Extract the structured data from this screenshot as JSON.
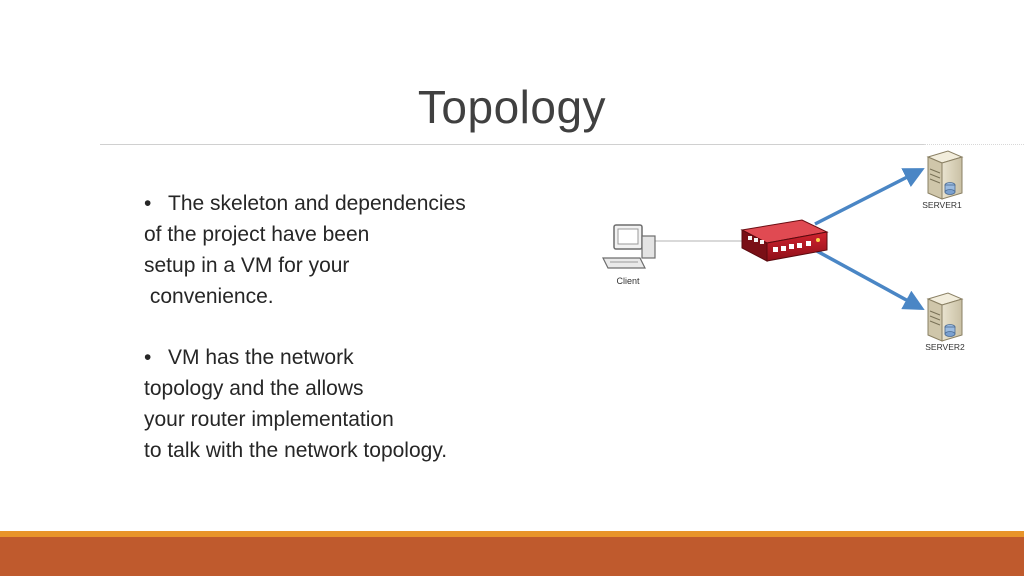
{
  "slide": {
    "title": "Topology",
    "bullets": [
      {
        "lines": [
          "The skeleton and dependencies",
          "of the project have been",
          "setup in a VM for your",
          " convenience."
        ]
      },
      {
        "lines": [
          "VM has the network",
          "topology and the allows",
          "your router implementation",
          "to talk with the network topology."
        ]
      }
    ]
  },
  "diagram": {
    "nodes": {
      "client": "Client",
      "router": "",
      "server1": "SERVER1",
      "server2": "SERVER2"
    },
    "icons": {
      "client": "desktop-computer-icon",
      "router": "router-icon",
      "server1": "server-tower-icon",
      "server2": "server-tower-icon"
    },
    "colors": {
      "link_client_router": "#d9d9d9",
      "link_router_servers": "#4a86c5",
      "router_body": "#b11822"
    }
  },
  "theme": {
    "footer_thin": "#e8942a",
    "footer_band": "#bf5a2d",
    "title_color": "#404040"
  }
}
